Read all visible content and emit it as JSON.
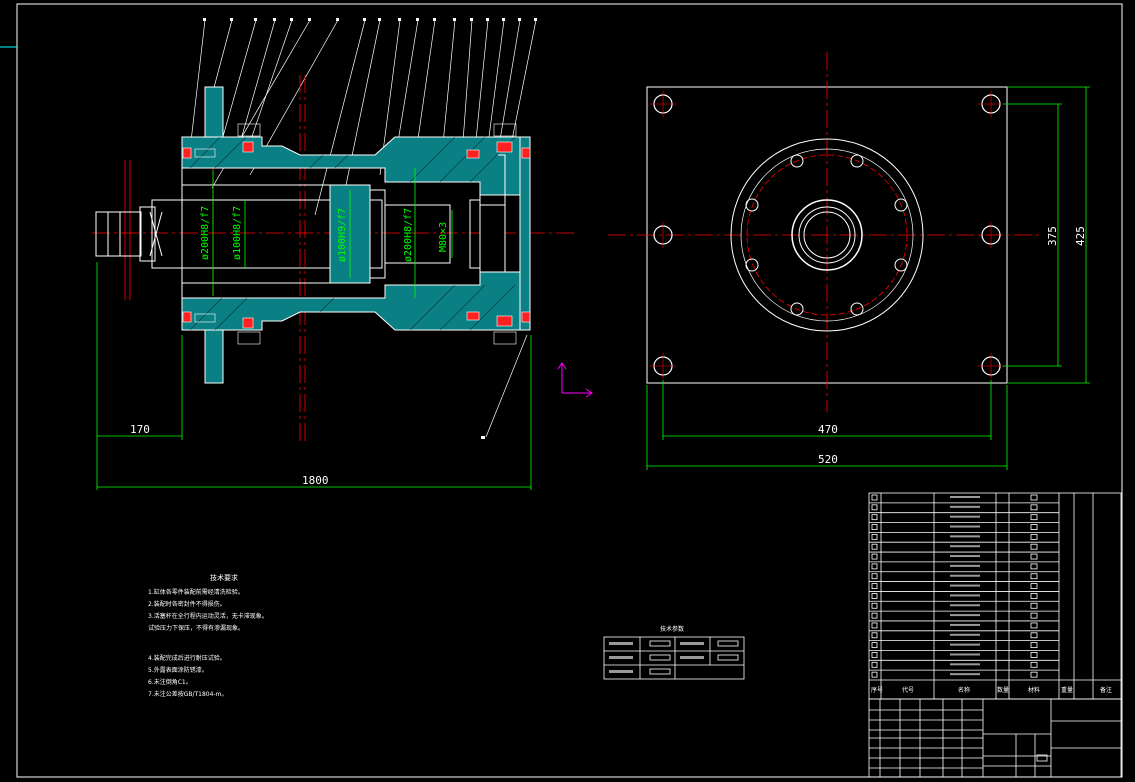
{
  "dimensions": {
    "d1": "170",
    "d2": "1800",
    "d3": "470",
    "d4": "520",
    "d5": "375",
    "d6": "425"
  },
  "fits": {
    "f1": "ø200H8/f7",
    "f2": "ø100H8/f7",
    "f3": "ø100H9/f7",
    "f4": "ø200H8/f7",
    "f5": "M80×3"
  },
  "colors": {
    "background": "#000000",
    "outline": "#ffffff",
    "centerline": "#ff0000",
    "dimension": "#00ff00",
    "hatch": "#00c8c8",
    "axis": "#ff00ff"
  },
  "notes": {
    "title": "技术要求",
    "lines": [
      "1.缸体各零件装配前需经清洗检验。",
      "2.装配时各密封件不得损伤。",
      "3.活塞杆在全行程内运动灵活，无卡滞现象。",
      "  试验压力下保压，不得有渗漏现象。",
      "4.装配完成后进行耐压试验。",
      "5.外露表面涂防锈漆。",
      "6.未注倒角C1。",
      "7.未注公差按GB/T1804-m。"
    ]
  },
  "param_table": {
    "title": "技术参数"
  },
  "title_block": {
    "seq_header": "序号",
    "code_header": "代号",
    "name_header": "名称",
    "qty_header": "数量",
    "material_header": "材料",
    "weight_header": "重量",
    "remark_header": "备注"
  }
}
